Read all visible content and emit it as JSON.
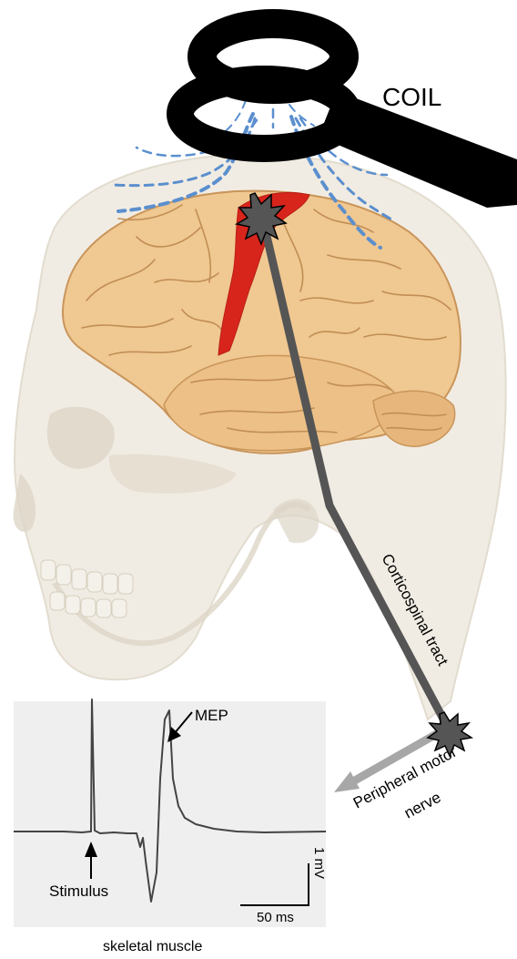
{
  "labels": {
    "coil": "COIL",
    "tract": "Corticospinal tract",
    "nerve_line1": "Peripheral motor",
    "nerve_line2": "nerve",
    "mep": "MEP",
    "stimulus": "Stimulus",
    "scale_v": "1 mV",
    "scale_t": "50 ms",
    "muscle": "skeletal muscle"
  },
  "colors": {
    "coil": "#000000",
    "field_lines": "#5b8fce",
    "brain": "#f0c891",
    "brain_shadow": "#d9a869",
    "motor_cortex": "#d8251c",
    "skull": "#ece6da",
    "tract": "#555555",
    "nerve": "#a7a7a7",
    "emg_panel": "#efefef",
    "emg_trace": "#444444"
  },
  "icons": {
    "stimulation_site": "starburst-icon",
    "nerve_site": "starburst-icon",
    "nerve_direction": "arrow-down-left-icon"
  }
}
